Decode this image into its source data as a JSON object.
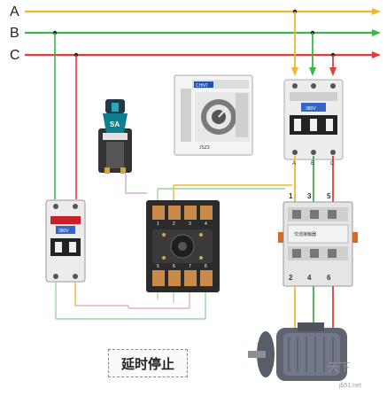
{
  "phases": [
    {
      "label": "A",
      "color": "#f2b631"
    },
    {
      "label": "B",
      "color": "#3cb54a"
    },
    {
      "label": "C",
      "color": "#e53b3b"
    }
  ],
  "breaker_left": {
    "rating": "380V"
  },
  "breaker_right": {
    "rating": "380V"
  },
  "selector_switch": {
    "label": "SA"
  },
  "timer_relay": {
    "brand": "CHNT",
    "model": "JSZ3"
  },
  "relay_socket": {
    "pin_numbers_top": [
      "1",
      "2",
      "3",
      "4"
    ],
    "pin_numbers_bottom": [
      "5",
      "6",
      "7",
      "8"
    ]
  },
  "contactor": {
    "label": "交流接触器",
    "top_terminals": [
      "1",
      "3",
      "5"
    ],
    "bottom_terminals": [
      "2",
      "4",
      "6"
    ],
    "top_phase_marks": [
      "A",
      "B",
      "C"
    ]
  },
  "caption": "延时停止",
  "watermark": "天下",
  "watermark_url": "jb51.net",
  "colors": {
    "wire_green": "#3cb54a",
    "wire_red": "#e53b3b",
    "wire_yellow": "#f2b631",
    "wire_light": "#9bd4a0",
    "device_gray": "#d9d9d9"
  }
}
